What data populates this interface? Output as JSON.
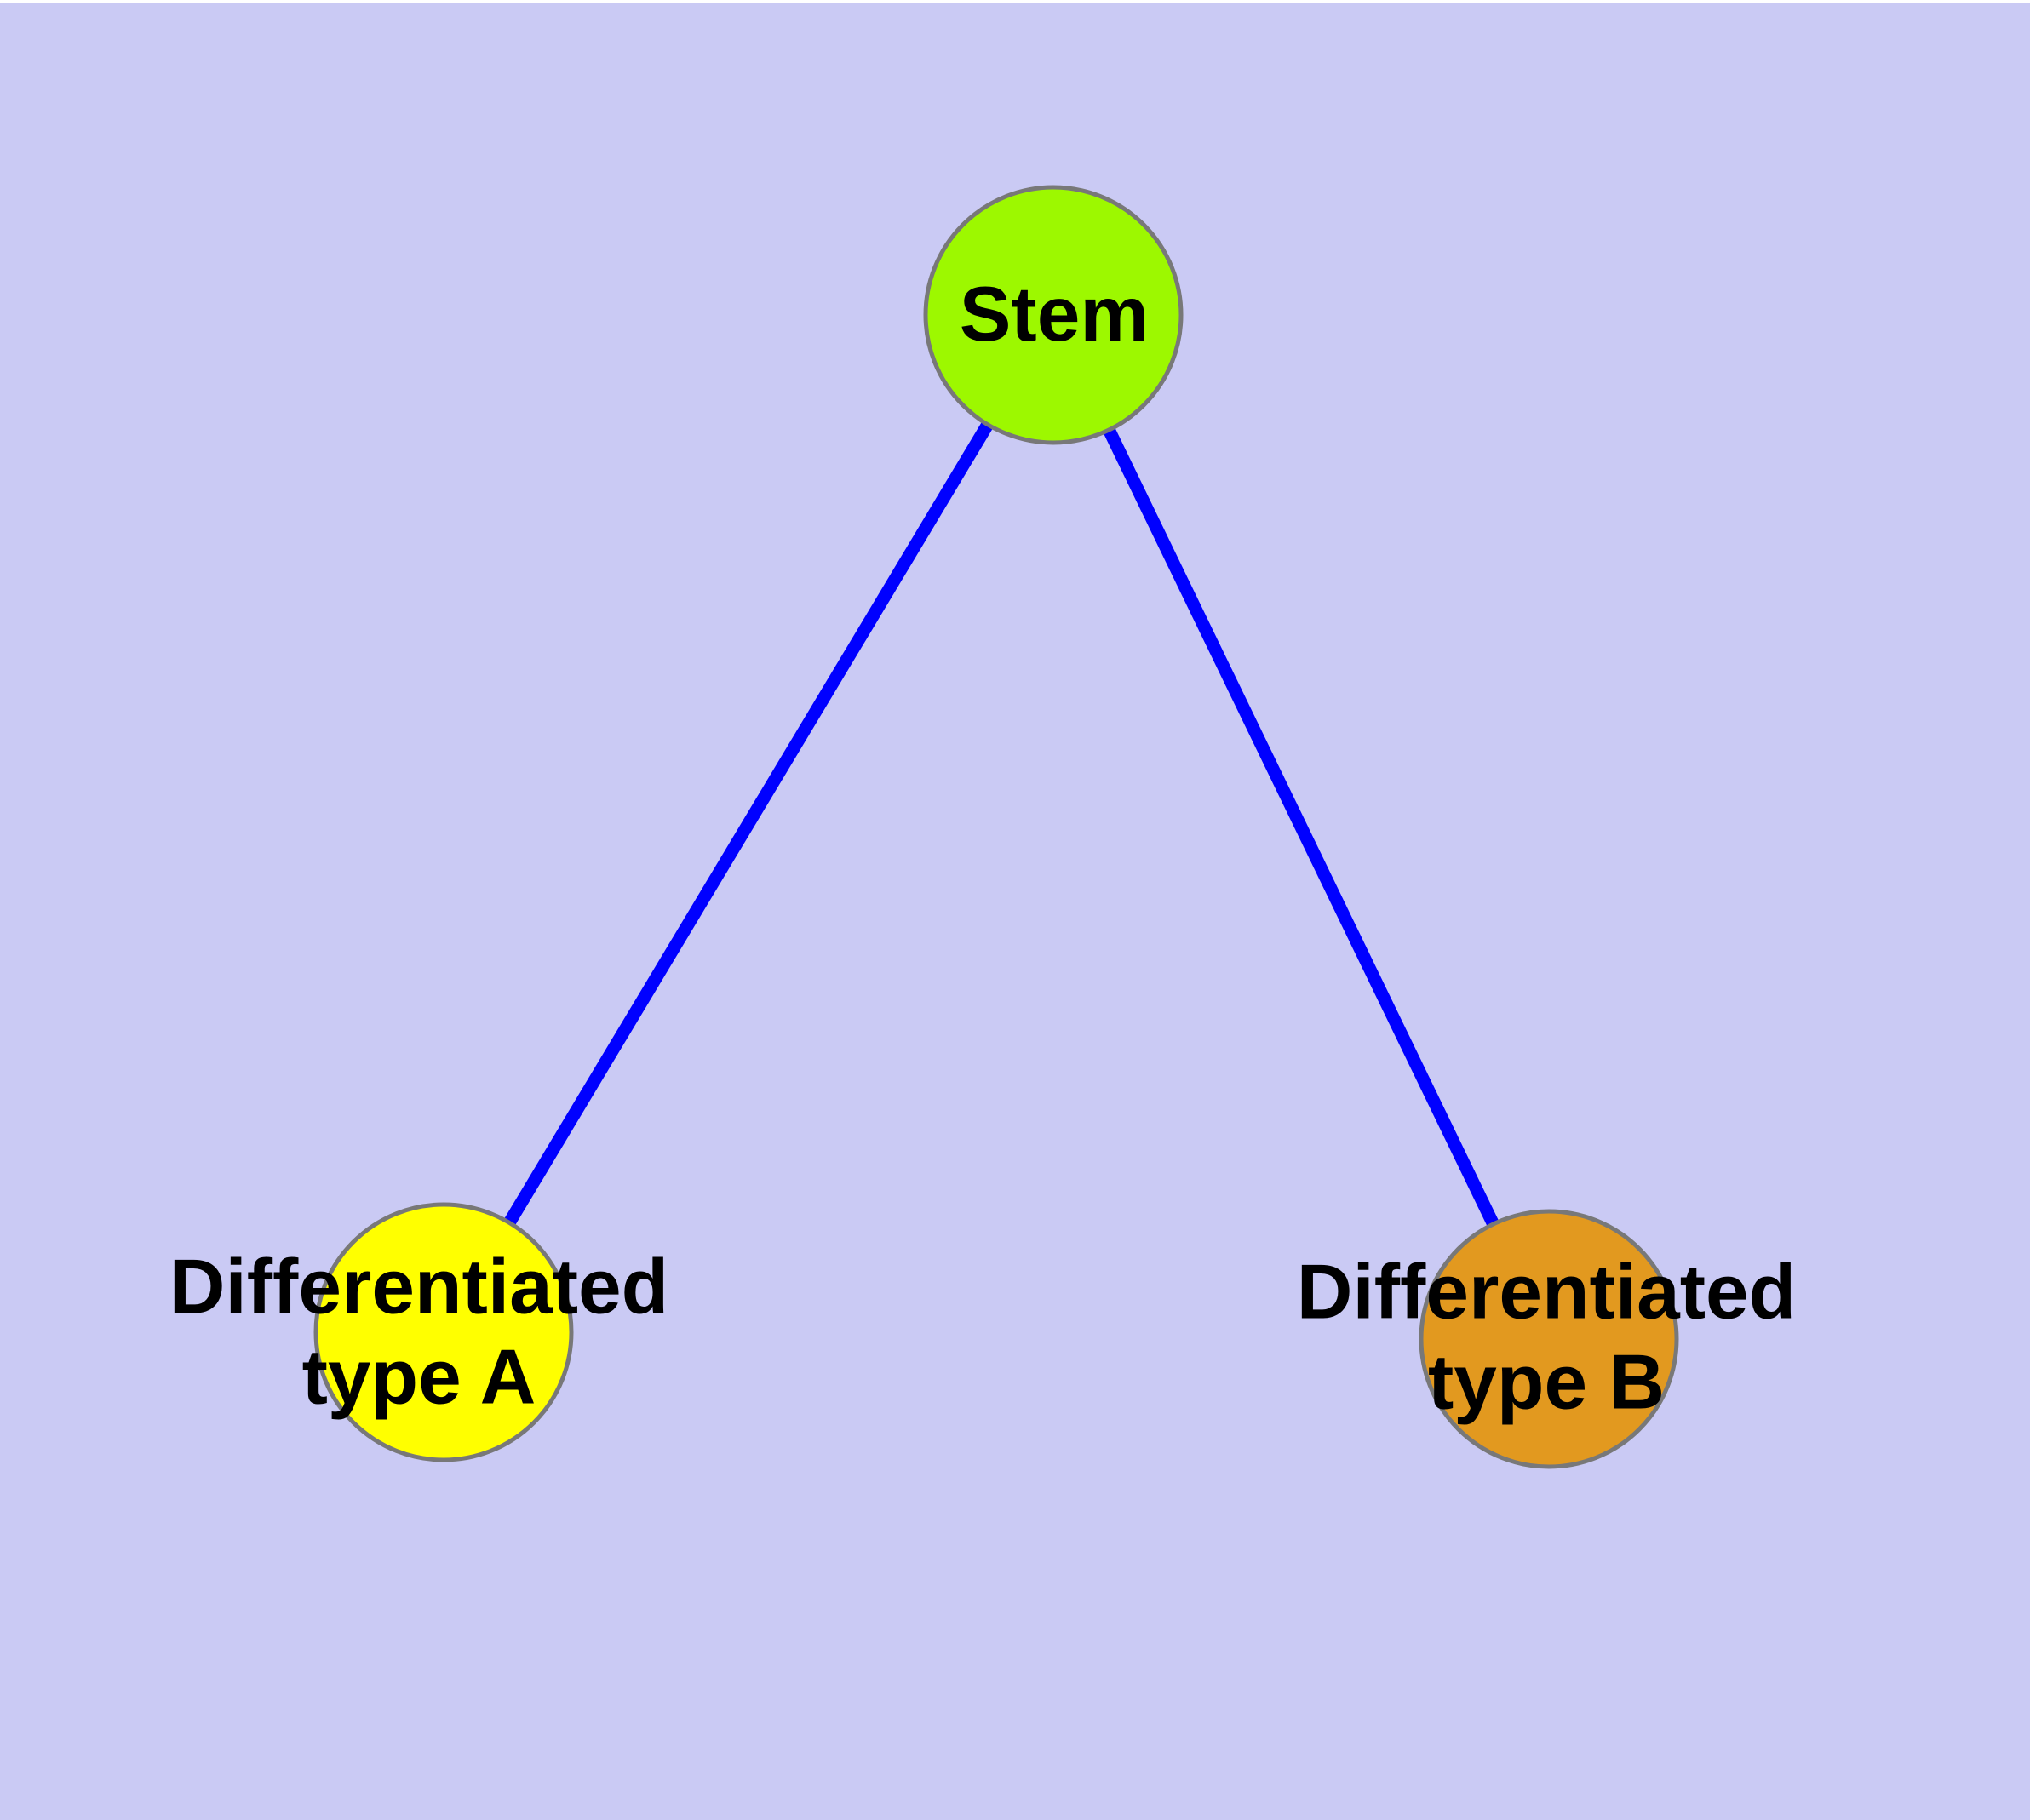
{
  "diagram": {
    "type": "node-link-graph",
    "background_color": "#CACAF4",
    "top_border_color": "#FFFFFF",
    "edge_color": "#0000FF",
    "node_border_color": "#787878",
    "label_color": "#000000",
    "nodes": [
      {
        "id": "stem",
        "label": "Stem",
        "color": "#9DF800"
      },
      {
        "id": "type-a",
        "label": "Differentiated\ntype A",
        "color": "#FFFF00"
      },
      {
        "id": "type-b",
        "label": "Differentiated\ntype B",
        "color": "#E2991F"
      }
    ],
    "edges": [
      {
        "from": "stem",
        "to": "type-a"
      },
      {
        "from": "stem",
        "to": "type-b"
      }
    ]
  }
}
